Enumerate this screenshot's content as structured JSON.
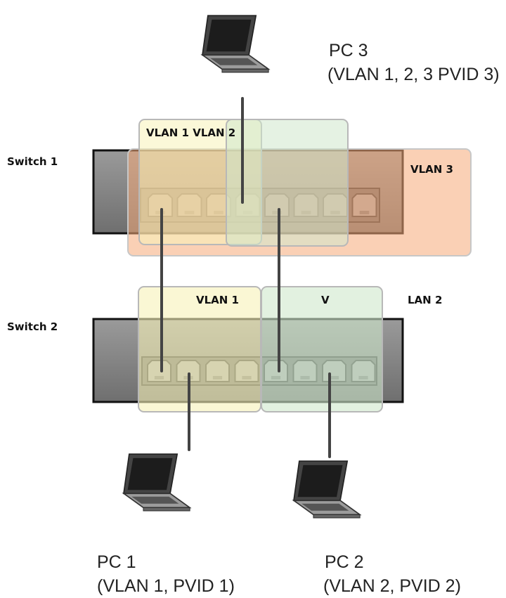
{
  "pcs": {
    "pc3": {
      "name": "PC 3",
      "detail": "(VLAN 1, 2, 3  PVID 3)"
    },
    "pc1": {
      "name": "PC 1",
      "detail": "(VLAN 1, PVID 1)"
    },
    "pc2": {
      "name": "PC 2",
      "detail": "(VLAN 2, PVID 2)"
    }
  },
  "switches": {
    "switch1": {
      "label": "Switch 1",
      "port_count": 8
    },
    "switch2": {
      "label": "Switch 2",
      "port_count": 8
    }
  },
  "vlan_labels": {
    "s1_vlan1_vlan2": "VLAN 1 VLAN 2",
    "s1_vlan3": "VLAN 3",
    "s2_vlan1": "VLAN 1",
    "s2_vlan2_part_a": "V",
    "s2_vlan2_part_b": "LAN 2"
  },
  "colors": {
    "vlan1": "#f7f2b8",
    "vlan2": "#cfe8cc",
    "vlan3": "#f6a978",
    "switch_body": "#8a8a8a",
    "cable": "#444444"
  },
  "icons": {
    "computer": "laptop-icon",
    "port": "ethernet-port-icon"
  }
}
